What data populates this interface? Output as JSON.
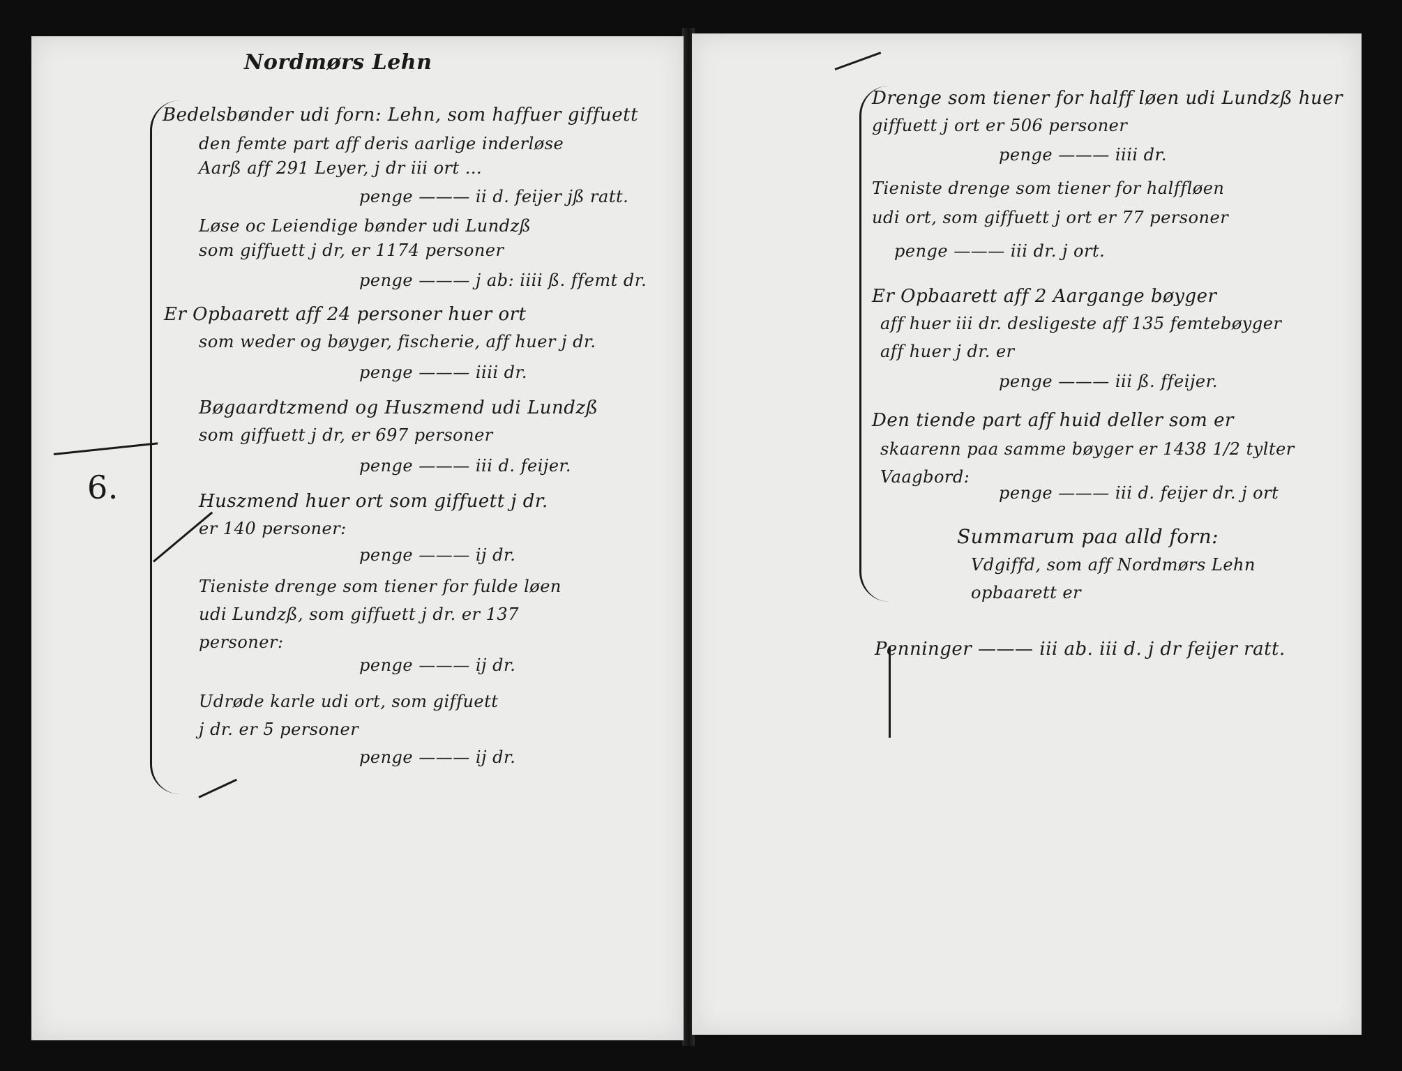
{
  "left_page": {
    "heading": "Nordmørs Lehn",
    "margin_number": "6.",
    "lines": [
      "Bedelsbønder udi forn: Lehn, som haffuer giffuett",
      "den femte part aff deris aarlige inderløse",
      "Aarß aff 291 Leyer, j dr iii ort ...",
      "penge ——— ii d. feijer jß ratt.",
      "Løse oc Leiendige bønder udi Lundzß",
      "som giffuett j dr, er 1174 personer",
      "penge ——— j ab: iiii ß. ffemt dr.",
      "Er Opbaarett aff 24 personer huer ort",
      "som weder og bøyger, fischerie, aff huer j dr.",
      "penge ——— iiii dr.",
      "Bøgaardtzmend og Huszmend udi Lundzß",
      "som giffuett j dr, er 697 personer",
      "penge ——— iii d. feijer.",
      "Huszmend huer ort som giffuett j dr.",
      "er 140 personer:",
      "penge ——— ij dr.",
      "Tieniste drenge som tiener for fulde løen",
      "udi Lundzß, som giffuett j dr. er 137",
      "personer:",
      "penge ——— ij dr.",
      "Udrøde karle udi ort, som giffuett",
      "j dr. er 5 personer",
      "penge ——— ij dr."
    ]
  },
  "right_page": {
    "lines": [
      "Drenge som tiener for halff løen udi Lundzß huer",
      "giffuett j ort er 506 personer",
      "penge ——— iiii dr.",
      "Tieniste drenge som tiener for halffløen",
      "udi ort, som giffuett j ort er 77 personer",
      "penge ——— iii dr. j ort.",
      "Er Opbaarett aff 2 Aargange bøyger",
      "aff huer iii dr. desligeste aff 135 femtebøyger",
      "aff huer j dr. er",
      "penge ——— iii ß. ffeijer.",
      "Den tiende part aff huid deller som er",
      "skaarenn paa samme bøyger er 1438 1/2 tylter",
      "Vaagbord:",
      "penge ——— iii d. feijer dr. j ort",
      "Summarum paa alld forn:",
      "Vdgiffd, som aff Nordmørs Lehn",
      "opbaarett er",
      "Penninger ——— iii ab. iii d. j dr feijer ratt."
    ]
  },
  "colors": {
    "paper": "#ececea",
    "ink": "#1a1a1a",
    "background": "#0d0d0d"
  }
}
